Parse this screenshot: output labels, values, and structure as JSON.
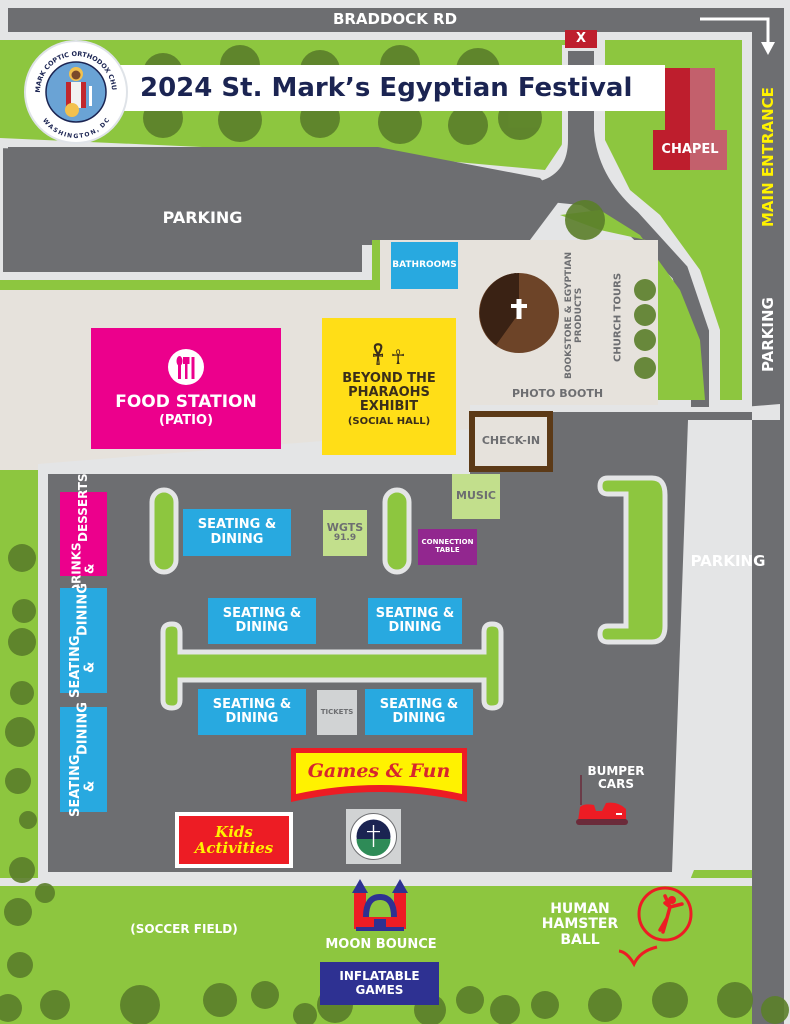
{
  "title": {
    "text": "2024 St. Mark’s Egyptian Festival"
  },
  "logo": {
    "top_text": "ST. MARK COPTIC ORTHODOX CHURCH",
    "bottom_text": "WASHINGTON, DC"
  },
  "roads": {
    "top": "BRADDOCK RD",
    "main_entrance": "MAIN ENTRANCE",
    "right_parking": "PARKING",
    "closed_marker": "X"
  },
  "areas": {
    "parking_top": "PARKING",
    "parking_east": "PARKING",
    "chapel": "CHAPEL",
    "bathrooms": "BATHROOMS",
    "bookstore": "BOOKSTORE & EGYPTIAN PRODUCTS",
    "church_tours": "CHURCH TOURS",
    "photo_booth": "PHOTO BOOTH",
    "food_station": {
      "line1": "FOOD STATION",
      "line2": "(PATIO)"
    },
    "pharaohs": {
      "line1": "BEYOND THE",
      "line2": "PHARAOHS",
      "line3": "EXHIBIT",
      "line4": "(SOCIAL HALL)"
    },
    "check_in": "CHECK-IN",
    "music": "MUSIC",
    "wgts": {
      "line1": "WGTS",
      "line2": "91.9"
    },
    "connection_table": {
      "line1": "CONNECTION",
      "line2": "TABLE"
    },
    "drinks": {
      "line1": "DRINKS &",
      "line2": "DESSERTS"
    },
    "seating": [
      {
        "line1": "SEATING &",
        "line2": "DINING"
      },
      {
        "line1": "SEATING &",
        "line2": "DINING"
      },
      {
        "line1": "SEATING &",
        "line2": "DINING"
      },
      {
        "line1": "SEATING &",
        "line2": "DINING"
      },
      {
        "line1": "SEATING &",
        "line2": "DINING"
      },
      {
        "line1": "SEATING &",
        "line2": "DINING"
      },
      {
        "line1": "SEATING &",
        "line2": "DINING"
      }
    ],
    "tickets": "TICKETS",
    "games_fun": "Games & Fun",
    "kids": {
      "line1": "Kids",
      "line2": "Activities"
    },
    "bumper_cars": {
      "line1": "BUMPER",
      "line2": "CARS"
    },
    "soccer_field": "(SOCCER FIELD)",
    "moon_bounce": "MOON BOUNCE",
    "inflatable": {
      "line1": "INFLATABLE",
      "line2": "GAMES"
    },
    "hamster_ball": {
      "line1": "HUMAN",
      "line2": "HAMSTER",
      "line3": "BALL"
    }
  },
  "colors": {
    "grass": "#8dc63f",
    "asphalt": "#6d6e71",
    "curb": "#e4e5e6",
    "plaza": "#e6e2dc",
    "seating_blue": "#28a9e0",
    "magenta": "#ec008c",
    "yellow": "#ffde17",
    "chapel_red": "#be1e2d",
    "title_navy": "#1b2452",
    "purple": "#92278f",
    "light_green": "#c2df8c",
    "navy_box": "#2e3192"
  }
}
